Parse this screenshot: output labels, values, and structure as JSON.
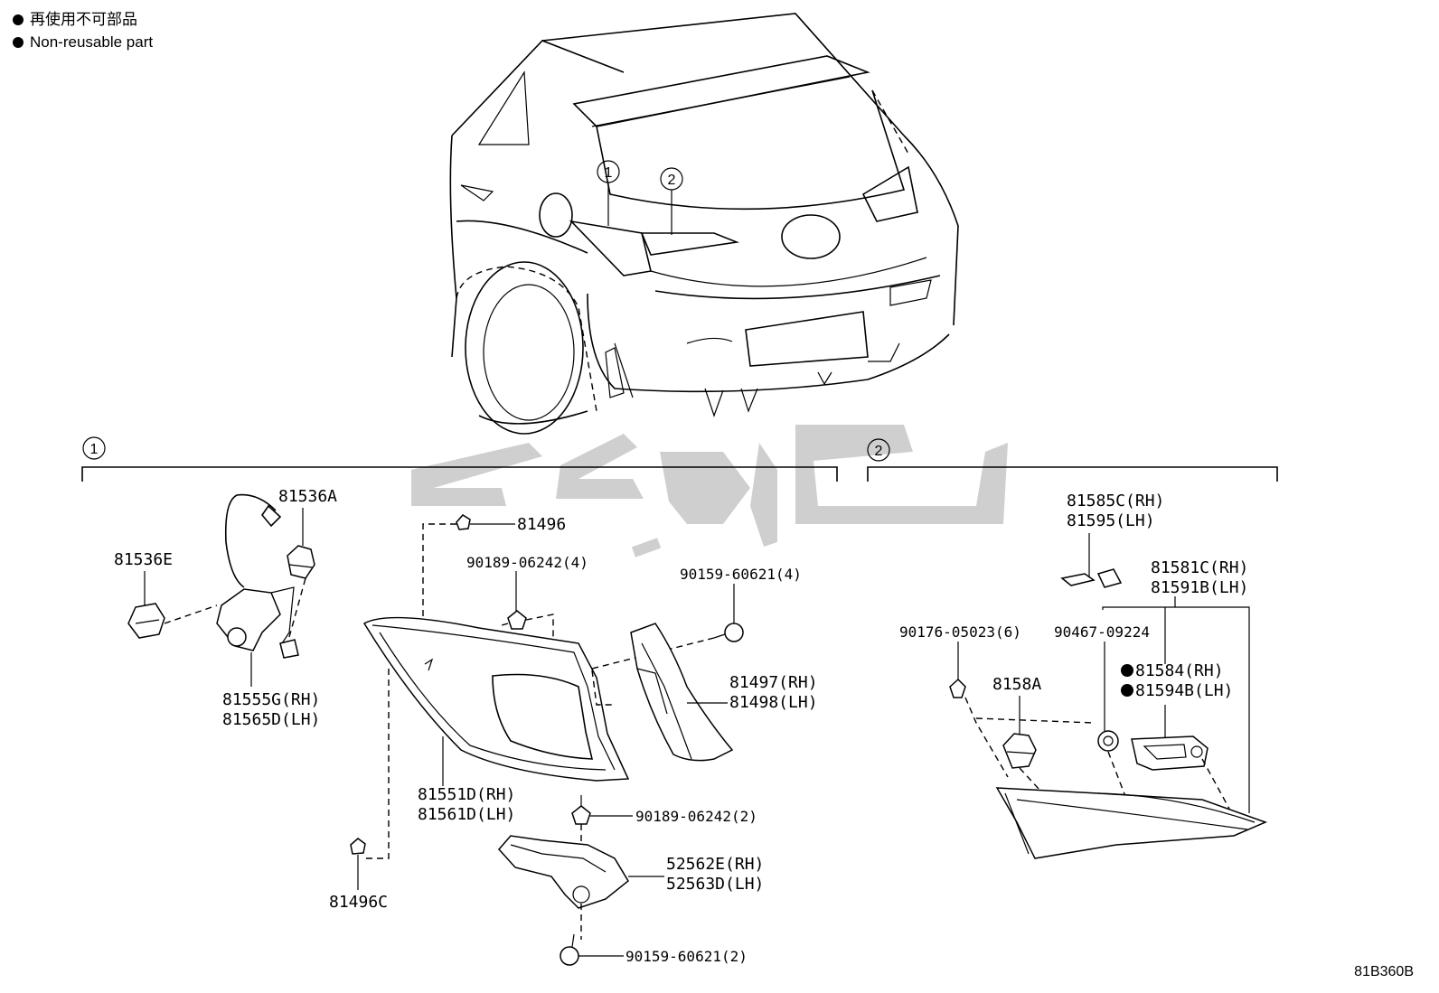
{
  "legend": {
    "line1": "再使用不可部品",
    "line2": "Non-reusable part"
  },
  "callouts": {
    "one": "1",
    "two": "2"
  },
  "section_labels": {
    "one": "1",
    "two": "2"
  },
  "parts": {
    "p81536A": "81536A",
    "p81536E": "81536E",
    "p81555G": "81555G(RH)",
    "p81565D": "81565D(LH)",
    "p81496": "81496",
    "p90189_4": "90189-06242(4)",
    "p90159_4": "90159-60621(4)",
    "p81497": "81497(RH)",
    "p81498": "81498(LH)",
    "p81551D": "81551D(RH)",
    "p81561D": "81561D(LH)",
    "p90189_2": "90189-06242(2)",
    "p52562E": "52562E(RH)",
    "p52563D": "52563D(LH)",
    "p81496C": "81496C",
    "p90159_2": "90159-60621(2)",
    "p81585C": "81585C(RH)",
    "p81595": "81595(LH)",
    "p81581C": "81581C(RH)",
    "p81591B": "81591B(LH)",
    "p90176": "90176-05023(6)",
    "p90467": "90467-09224",
    "p81584": "81584(RH)",
    "p81594B": "81594B(LH)",
    "p8158A": "8158A"
  },
  "diagram_code": "81B360B"
}
